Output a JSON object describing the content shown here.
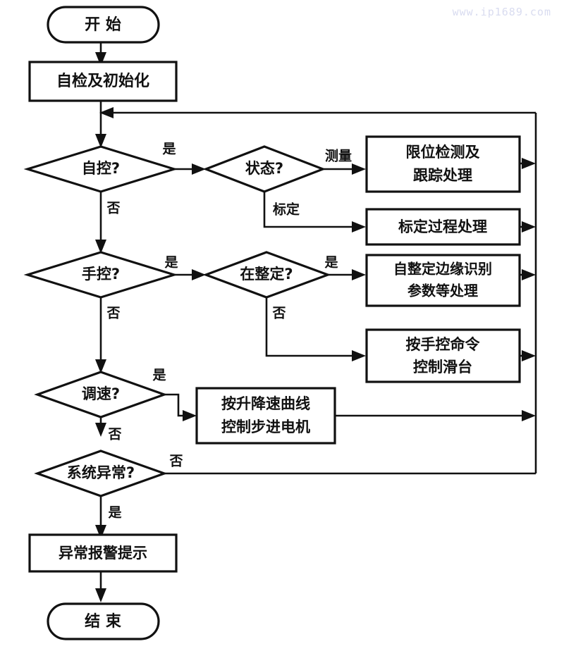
{
  "diagram": {
    "title_watermark": "www.ip1689.com",
    "type": "flowchart",
    "nodes": {
      "start": {
        "label": "开  始",
        "shape": "terminator"
      },
      "init": {
        "label": "自检及初始化",
        "shape": "process"
      },
      "auto_control": {
        "label": "自控?",
        "shape": "decision"
      },
      "state": {
        "label": "状态?",
        "shape": "decision"
      },
      "limit_track": {
        "line1": "限位检测及",
        "line2": "跟踪处理",
        "shape": "process"
      },
      "calib_proc": {
        "label": "标定过程处理",
        "shape": "process"
      },
      "manual_control": {
        "label": "手控?",
        "shape": "decision"
      },
      "tuning": {
        "label": "在整定?",
        "shape": "decision"
      },
      "autotune_edge": {
        "line1": "自整定边缘识别",
        "line2": "参数等处理",
        "shape": "process"
      },
      "manual_cmd": {
        "line1": "按手控命令",
        "line2": "控制滑台",
        "shape": "process"
      },
      "speed_reg": {
        "label": "调速?",
        "shape": "decision"
      },
      "accel_curve": {
        "line1": "按升降速曲线",
        "line2": "控制步进电机",
        "shape": "process"
      },
      "sys_error": {
        "label": "系统异常?",
        "shape": "decision"
      },
      "alarm": {
        "label": "异常报警提示",
        "shape": "process"
      },
      "end": {
        "label": "结  束",
        "shape": "terminator"
      }
    },
    "edge_labels": {
      "auto_yes": "是",
      "auto_no": "否",
      "state_measure": "测量",
      "state_calibrate": "标定",
      "manual_yes": "是",
      "manual_no": "否",
      "tuning_yes": "是",
      "tuning_no": "否",
      "speed_yes": "是",
      "speed_no": "否",
      "error_no": "否",
      "error_yes": "是"
    },
    "colors": {
      "stroke": "#111111",
      "fill": "#ffffff",
      "background": "#ffffff",
      "watermark": "#d9dcf0"
    }
  }
}
